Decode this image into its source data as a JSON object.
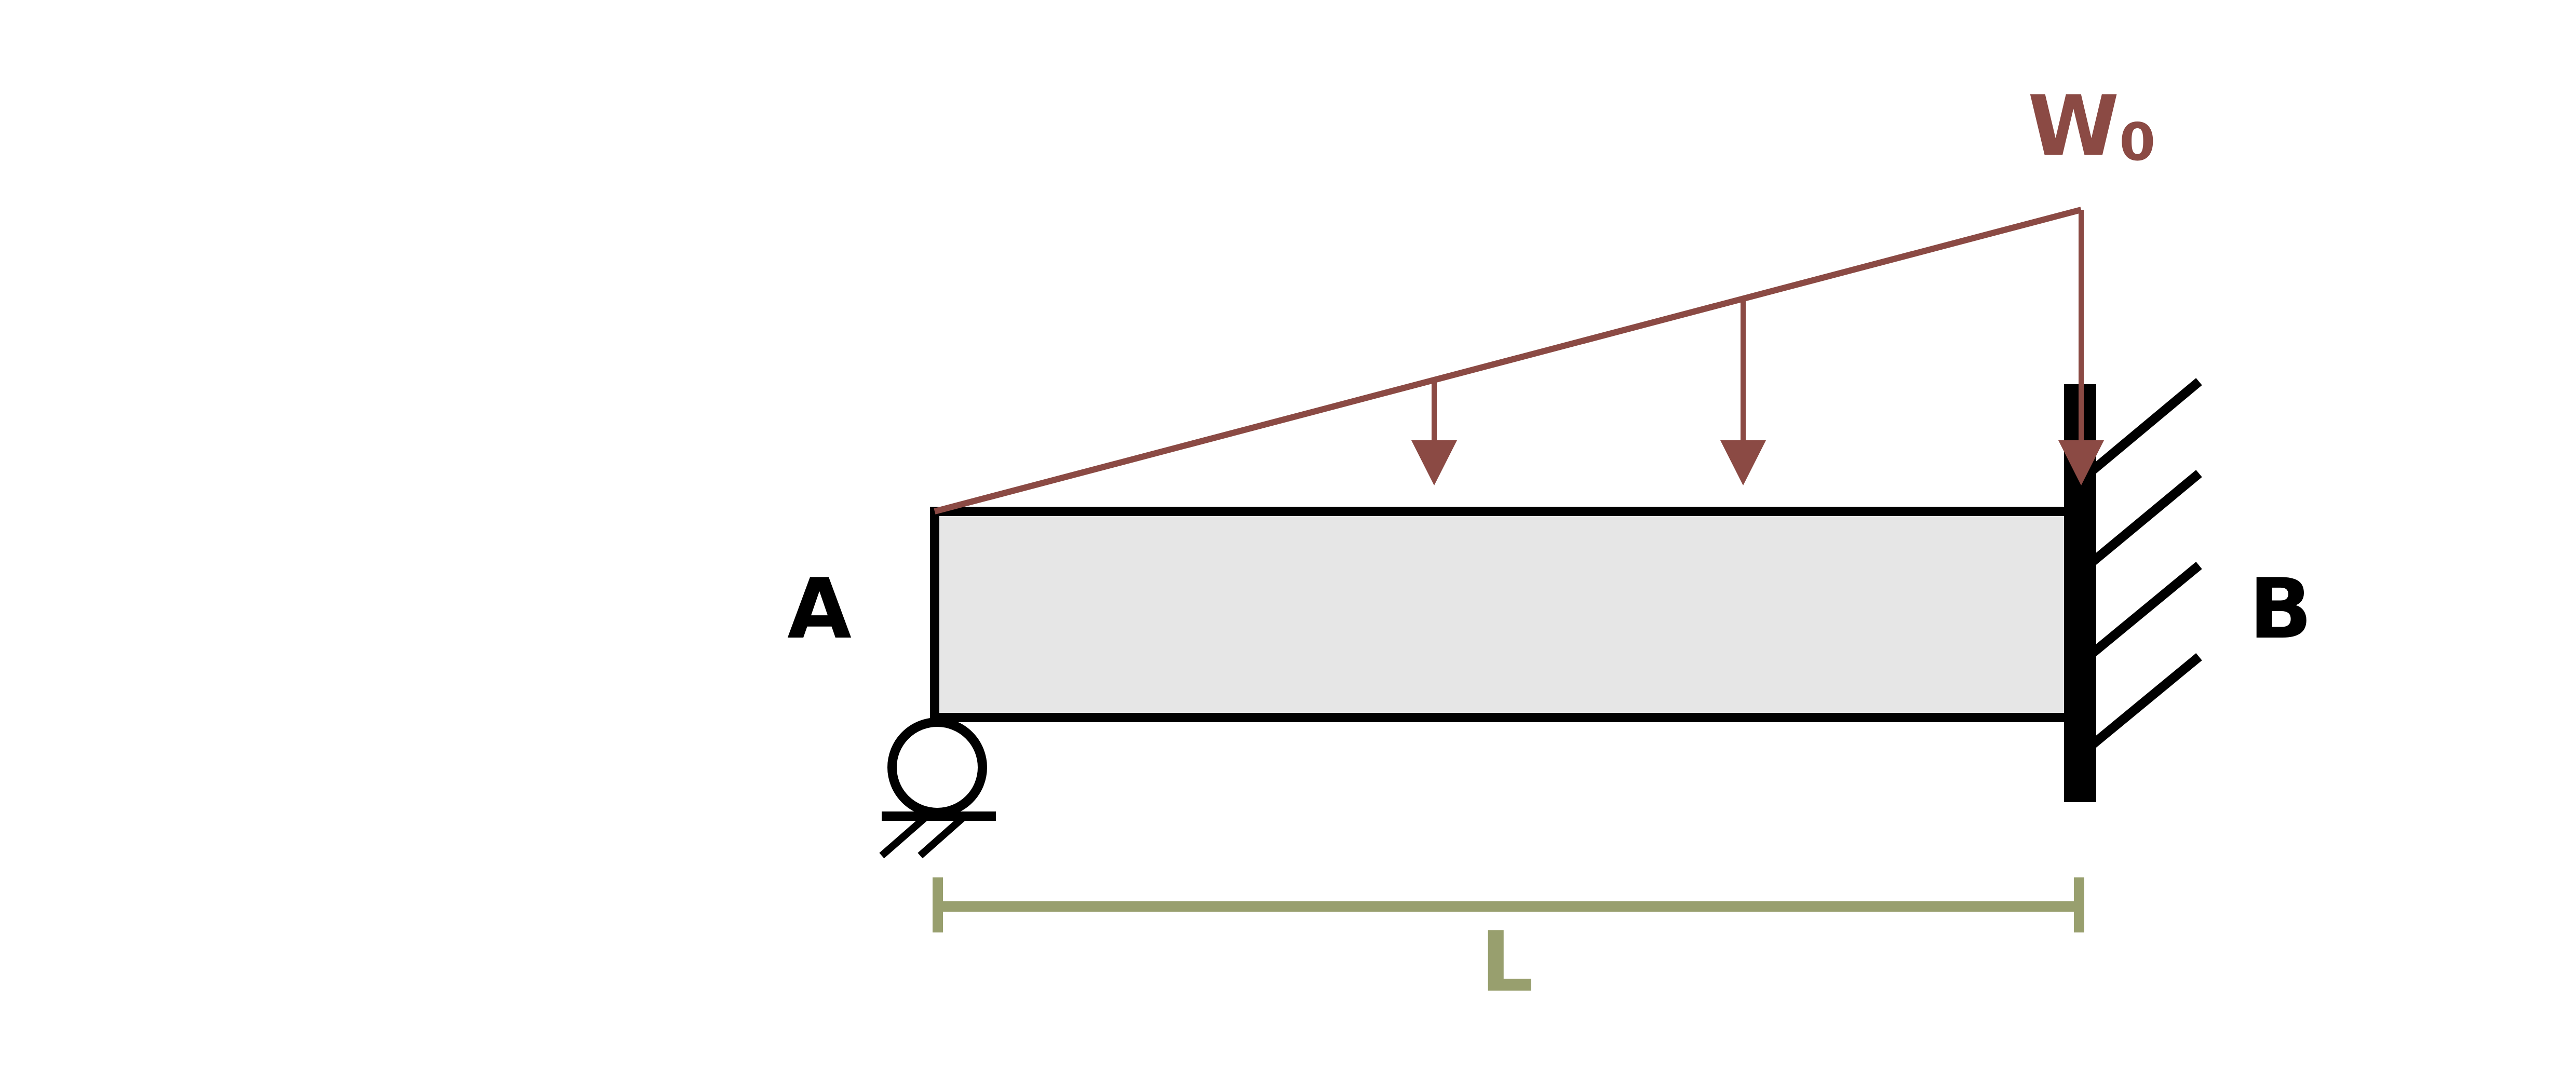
{
  "labels": {
    "support_a": "A",
    "support_b": "B",
    "load_symbol": "W",
    "load_subscript": "0",
    "length": "L"
  },
  "colors": {
    "beam_fill": "#e6e6e6",
    "outline": "#000000",
    "load": "#8b4a44",
    "dimension": "#989f6e"
  },
  "icons": {
    "support_a": "roller-support-icon",
    "support_b": "fixed-wall-support-icon"
  }
}
